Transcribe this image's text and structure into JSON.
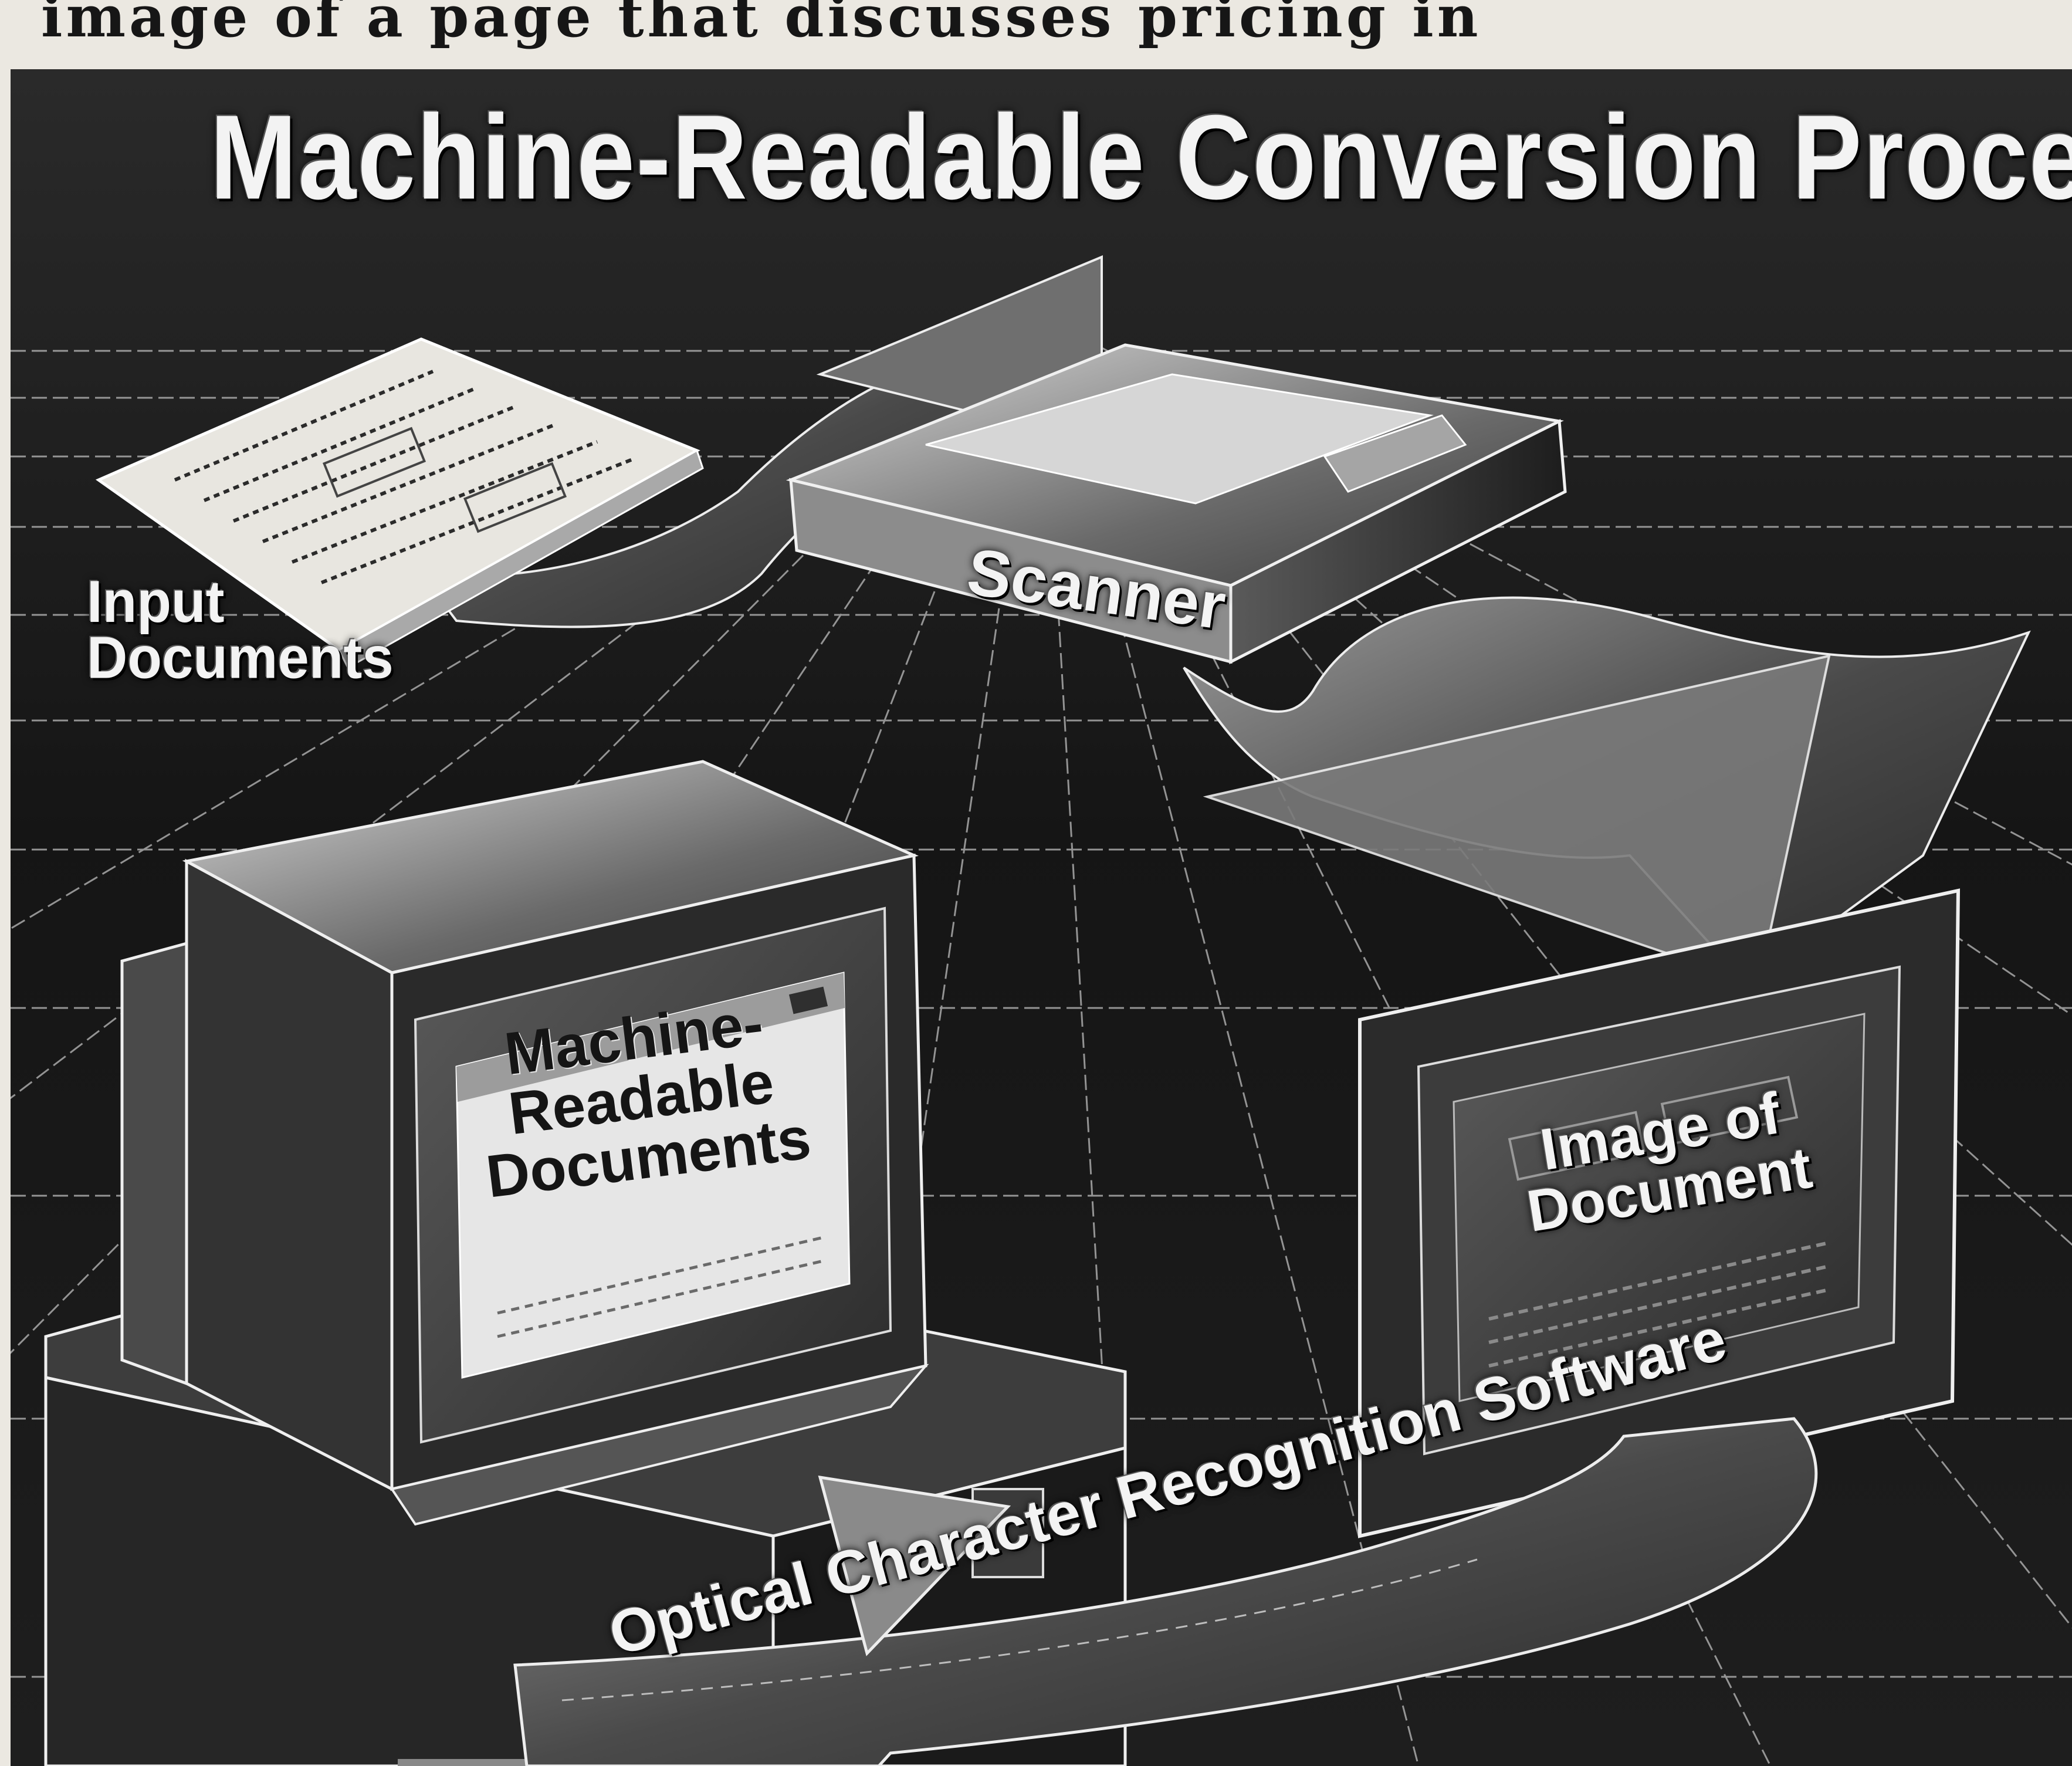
{
  "page": {
    "header_text": "image of a page that discusses pricing in"
  },
  "diagram": {
    "title": "Machine-Readable Conversion Process",
    "labels": {
      "input_documents": [
        "Input",
        "Documents"
      ],
      "scanner": "Scanner",
      "machine_readable_documents": [
        "Machine-",
        "Readable",
        "Documents"
      ],
      "image_of_document": [
        "Image of",
        "Document"
      ],
      "ocr_software": "Optical Character Recognition Software"
    },
    "flow": [
      "Input Documents",
      "Scanner",
      "Image of Document",
      "Optical Character Recognition Software",
      "Machine-Readable Documents"
    ]
  },
  "colors": {
    "background": "#1b1b1b",
    "grid": "#bdbdbd",
    "paper": "#ebe8e1",
    "label_light": "#f3f3f3",
    "label_dark": "#151515"
  }
}
